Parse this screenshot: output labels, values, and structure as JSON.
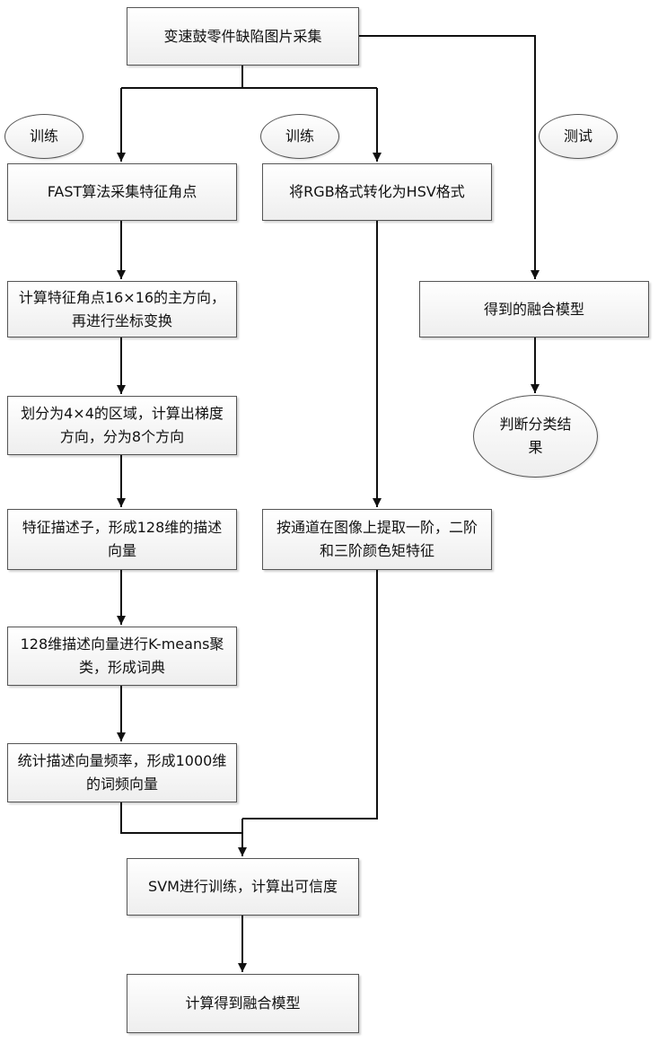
{
  "nodes": {
    "collect": "变速鼓零件缺陷图片采集",
    "fast": "FAST算法采集特征角点",
    "rgb_hsv": "将RGB格式转化为HSV格式",
    "direction": "计算特征角点16×16的主方向，再进行坐标变换",
    "region": "划分为4×4的区域，计算出梯度方向，分为8个方向",
    "descriptor": "特征描述子，形成128维的描述向量",
    "kmeans": "128维描述向量进行K-means聚类，形成词典",
    "freq": "统计描述向量频率，形成1000维的词频向量",
    "color_moment": "按通道在图像上提取一阶，二阶和三阶颜色矩特征",
    "svm": "SVM进行训练，计算出可信度",
    "final_model": "计算得到融合模型",
    "fused_model": "得到的融合模型",
    "classify": "判断分类结果"
  },
  "labels": {
    "train_left": "训练",
    "train_mid": "训练",
    "test": "测试"
  },
  "colors": {
    "line": "#111111",
    "border": "#555555",
    "fill_top": "#ffffff",
    "fill_bottom": "#eeeeee"
  }
}
